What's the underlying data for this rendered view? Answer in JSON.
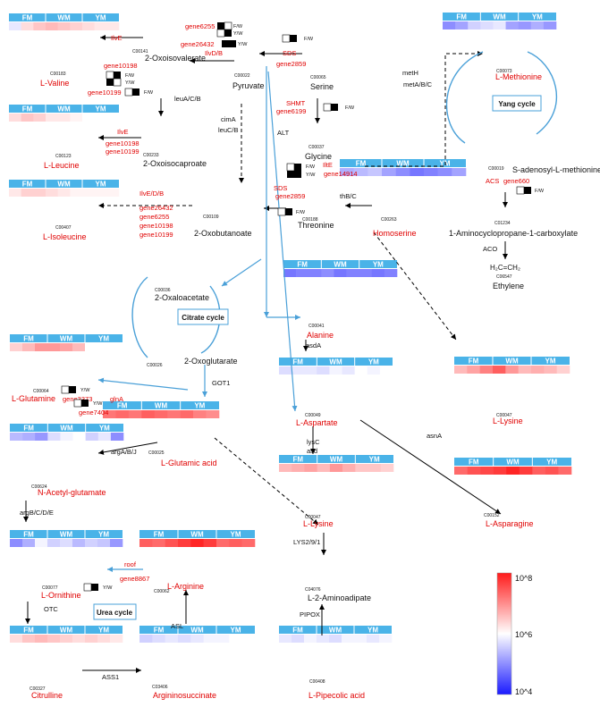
{
  "scale": {
    "top": "10^8",
    "mid": "10^6",
    "bottom": "10^4",
    "colors": [
      "#1a1aff",
      "#ffffff",
      "#ff1a1a"
    ]
  },
  "tracks": [
    {
      "id": "valine",
      "labels": [
        "FM",
        "WM",
        "YM"
      ],
      "values": [
        5.8,
        6.3,
        6.5,
        6.6,
        6.5,
        6.4,
        6.3,
        6.2,
        6.2
      ]
    },
    {
      "id": "leucine",
      "labels": [
        "FM",
        "WM",
        "YM"
      ],
      "values": [
        6.3,
        6.5,
        6.4,
        6.2,
        6.2,
        6.1,
        6.0,
        6.0,
        6.0
      ]
    },
    {
      "id": "isoleucine",
      "labels": [
        "FM",
        "WM",
        "YM"
      ],
      "values": [
        6.2,
        6.4,
        6.4,
        6.3,
        6.2,
        6.1,
        6.1,
        6.1,
        6.1
      ]
    },
    {
      "id": "methionine",
      "labels": [
        "FM",
        "WM",
        "YM"
      ],
      "values": [
        5.0,
        5.2,
        5.6,
        5.7,
        5.8,
        5.2,
        5.1,
        5.3,
        5.1
      ]
    },
    {
      "id": "homoserine",
      "labels": [
        "FM",
        "WM",
        "YM"
      ],
      "values": [
        5.3,
        5.4,
        5.5,
        5.2,
        5.0,
        4.8,
        4.9,
        5.0,
        5.2
      ]
    },
    {
      "id": "alanine",
      "labels": [
        "FM",
        "WM",
        "YM"
      ],
      "values": [
        4.8,
        4.9,
        4.9,
        5.0,
        4.8,
        4.9,
        4.9,
        4.8,
        4.9
      ]
    },
    {
      "id": "glutamine",
      "labels": [
        "FM",
        "WM",
        "YM"
      ],
      "values": [
        6.4,
        6.6,
        6.9,
        6.9,
        6.8,
        6.6,
        6.0,
        6.0,
        6.0
      ]
    },
    {
      "id": "aspartate",
      "labels": [
        "FM",
        "WM",
        "YM"
      ],
      "values": [
        5.7,
        5.8,
        5.8,
        5.7,
        5.9,
        5.8,
        6.0,
        5.9,
        6.0
      ]
    },
    {
      "id": "glutamic",
      "labels": [
        "FM",
        "WM",
        "YM"
      ],
      "values": [
        7.2,
        7.3,
        7.2,
        7.4,
        7.3,
        7.2,
        7.3,
        7.1,
        7.0
      ]
    },
    {
      "id": "acetylglut",
      "labels": [
        "FM",
        "WM",
        "YM"
      ],
      "values": [
        5.4,
        5.3,
        5.1,
        5.7,
        5.9,
        6.0,
        5.6,
        5.8,
        5.0
      ]
    },
    {
      "id": "lysine-right",
      "labels": [
        "FM",
        "WM",
        "YM"
      ],
      "values": [
        6.6,
        6.8,
        7.1,
        7.4,
        6.9,
        6.6,
        6.7,
        6.6,
        6.4
      ]
    },
    {
      "id": "lysine-mid",
      "labels": [
        "FM",
        "WM",
        "YM"
      ],
      "values": [
        6.6,
        6.7,
        6.8,
        6.6,
        6.9,
        6.7,
        6.5,
        6.5,
        6.4
      ]
    },
    {
      "id": "asparagine",
      "labels": [
        "FM",
        "WM",
        "YM"
      ],
      "values": [
        7.3,
        7.5,
        7.6,
        7.7,
        7.9,
        7.7,
        7.4,
        7.5,
        7.3
      ]
    },
    {
      "id": "ornithine",
      "labels": [
        "FM",
        "WM",
        "YM"
      ],
      "values": [
        5.0,
        5.3,
        5.9,
        5.6,
        5.7,
        5.4,
        5.6,
        5.5,
        5.1
      ]
    },
    {
      "id": "arginine",
      "labels": [
        "FM",
        "WM",
        "YM"
      ],
      "values": [
        7.4,
        7.3,
        7.5,
        7.7,
        7.9,
        7.7,
        7.3,
        7.4,
        7.3
      ]
    },
    {
      "id": "citrulline",
      "labels": [
        "FM",
        "WM",
        "YM"
      ],
      "values": [
        6.3,
        6.5,
        6.6,
        6.5,
        6.4,
        6.3,
        6.4,
        6.3,
        6.2
      ]
    },
    {
      "id": "argininosuccinate",
      "labels": [
        "FM",
        "WM",
        "YM"
      ],
      "values": [
        5.6,
        5.7,
        5.8,
        5.7,
        5.8,
        5.9,
        5.9,
        6.0,
        6.0
      ]
    },
    {
      "id": "pipecolic",
      "labels": [
        "FM",
        "WM",
        "YM"
      ],
      "values": [
        5.8,
        5.7,
        5.9,
        5.8,
        5.7,
        5.9,
        5.9,
        5.8,
        5.9
      ]
    }
  ],
  "compounds": {
    "valine": {
      "id": "C00183",
      "name": "L-Valine"
    },
    "oxoisovalerate": {
      "id": "C00141",
      "name": "2-Oxoisovalerate"
    },
    "pyruvate": {
      "id": "C00022",
      "name": "Pyruvate"
    },
    "serine": {
      "id": "C00065",
      "name": "Serine"
    },
    "methionine": {
      "id": "C00073",
      "name": "L-Methionine"
    },
    "leucine": {
      "id": "C00123",
      "name": "L-Leucine"
    },
    "oxoisocaproate": {
      "id": "C00233",
      "name": "2-Oxoisocaproate"
    },
    "glycine": {
      "id": "C00037",
      "name": "Glycine"
    },
    "sam": {
      "id": "C00019",
      "name": "S-adenosyl-L-methionine"
    },
    "isoleucine": {
      "id": "C00407",
      "name": "L-Isoleucine"
    },
    "oxobutanoate": {
      "id": "C00109",
      "name": "2-Oxobutanoate"
    },
    "threonine": {
      "id": "C00188",
      "name": "Threonine"
    },
    "homoserine": {
      "id": "C00263",
      "name": "Homoserine"
    },
    "acc": {
      "id": "C01234",
      "name": "1-Aminocyclopropane-1-carboxylate"
    },
    "ethylene": {
      "id": "C06547",
      "name": "Ethylene",
      "formula": "H₂C=CH₂"
    },
    "oxaloacetate": {
      "id": "C00036",
      "name": "2-Oxaloacetate"
    },
    "alanine": {
      "id": "C00041",
      "name": "Alanine"
    },
    "oxoglutarate": {
      "id": "C00026",
      "name": "2-Oxoglutarate"
    },
    "glutamine": {
      "id": "C00064",
      "name": "L-Glutamine"
    },
    "aspartate": {
      "id": "C00049",
      "name": "L-Aspartate"
    },
    "lysine-right": {
      "id": "C00047",
      "name": "L-Lysine"
    },
    "glutamic": {
      "id": "C00025",
      "name": "L-Glutamic acid"
    },
    "acetylglut": {
      "id": "C00624",
      "name": "N-Acetyl-glutamate"
    },
    "lysine-mid": {
      "id": "C00047",
      "name": "L-Lysine"
    },
    "asparagine": {
      "id": "C00152",
      "name": "L-Asparagine"
    },
    "aminoadipate": {
      "id": "C04076",
      "name": "L-2-Aminoadipate"
    },
    "ornithine": {
      "id": "C00077",
      "name": "L-Ornithine"
    },
    "arginine": {
      "id": "C00062",
      "name": "L-Arginine"
    },
    "citrulline": {
      "id": "C00327",
      "name": "Citrulline"
    },
    "argininosuccinate": {
      "id": "C03406",
      "name": "Argininosuccinate"
    },
    "pipecolic": {
      "id": "C00408",
      "name": "L-Pipecolic  acid"
    }
  },
  "enzymes": {
    "ilve-valine": "IlvE",
    "ilvdb-1": "IlvD/B",
    "sds-1": "SDS",
    "leuacb": "leuA/C/B",
    "ilve-leucine": "IlvE",
    "cima": "cimA",
    "leucb": "leuC/B",
    "alt": "ALT",
    "shmt": "SHMT",
    "ilte": "IltE",
    "thbc": "thB/C",
    "sds-2": "SDS",
    "ilvedb": "IlvE/D/B",
    "meth": "metH",
    "metabc": "metA/B/C",
    "acs": "ACS",
    "aco": "ACO",
    "asda": "asdA",
    "got1": "GOT1",
    "glna": "glnA",
    "argabj": "argA/B/J",
    "lysc": "lysC",
    "asd": "asd",
    "asna": "asnA",
    "argbcde": "argB/C/D/E",
    "lys291": "LYS2/9/1",
    "roof": "roof",
    "otc": "OTC",
    "asl": "ASL",
    "ass1": "ASS1",
    "pipox": "PIPOX"
  },
  "genes": {
    "g6255-top": "gene6255",
    "g26432-top": "gene26432",
    "g2859-top": "gene2859",
    "g10198-valine": "gene10198",
    "g10199-valine": "gene10199",
    "g6199": "gene6199",
    "g10198-leucine": "gene10198",
    "g10199-leucine": "gene10199",
    "g14914": "gene14914",
    "g2859-mid": "gene2859",
    "g26432-ile": "gene26432",
    "g6255-ile": "gene6255",
    "g10198-ile": "gene10198",
    "g10199-ile": "gene10199",
    "g660": "gene660",
    "g3373": "gene3373",
    "g7404": "gene7404",
    "g8867": "gene8867"
  },
  "boxes": {
    "yang": "Yang cycle",
    "citrate": "Citrate cycle",
    "urea": "Urea cycle"
  },
  "markers": {
    "fw": "F/W",
    "yw": "Y/W"
  }
}
